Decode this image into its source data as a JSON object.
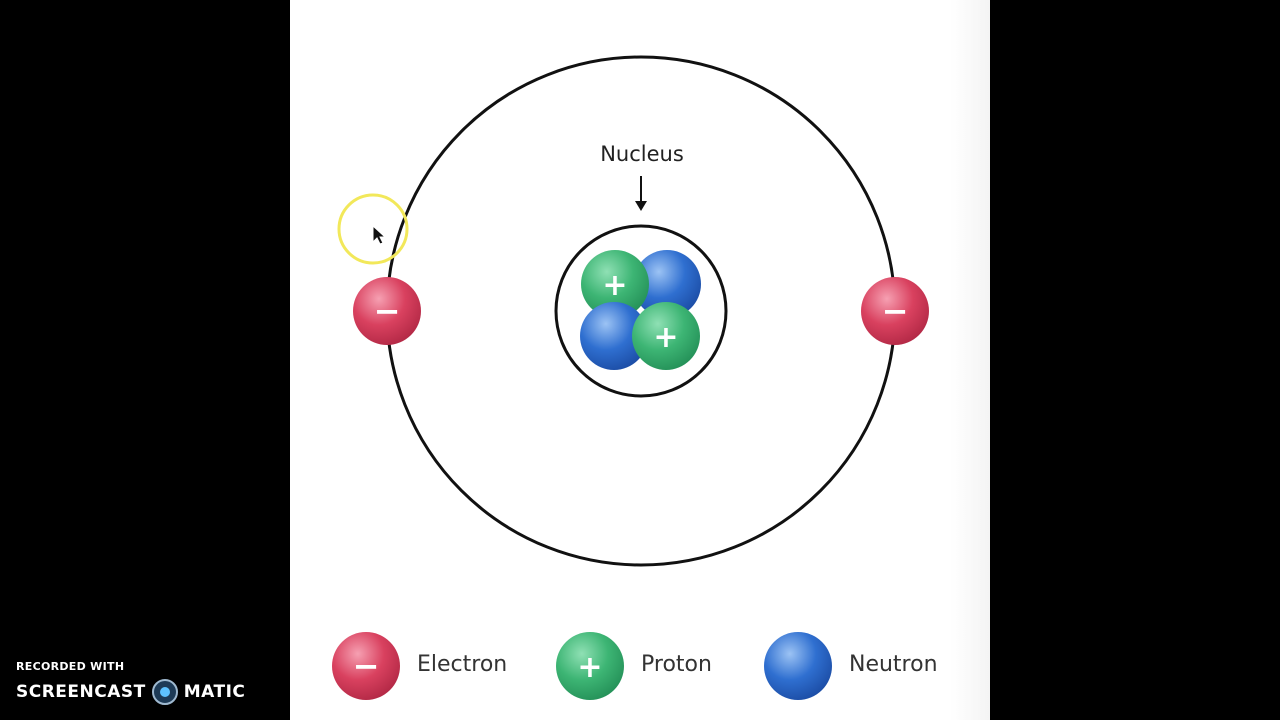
{
  "diagram": {
    "nucleus_label": "Nucleus",
    "electron_symbol": "−",
    "proton_symbol": "+"
  },
  "legend": {
    "electron": "Electron",
    "proton": "Proton",
    "neutron": "Neutron"
  },
  "watermark": {
    "line1": "RECORDED WITH",
    "line2_left": "SCREENCAST",
    "line2_right": "MATIC"
  },
  "colors": {
    "electron": "#d9415f",
    "proton": "#3db574",
    "neutron": "#2f6fd0",
    "cursor_highlight": "#f2e85a"
  }
}
